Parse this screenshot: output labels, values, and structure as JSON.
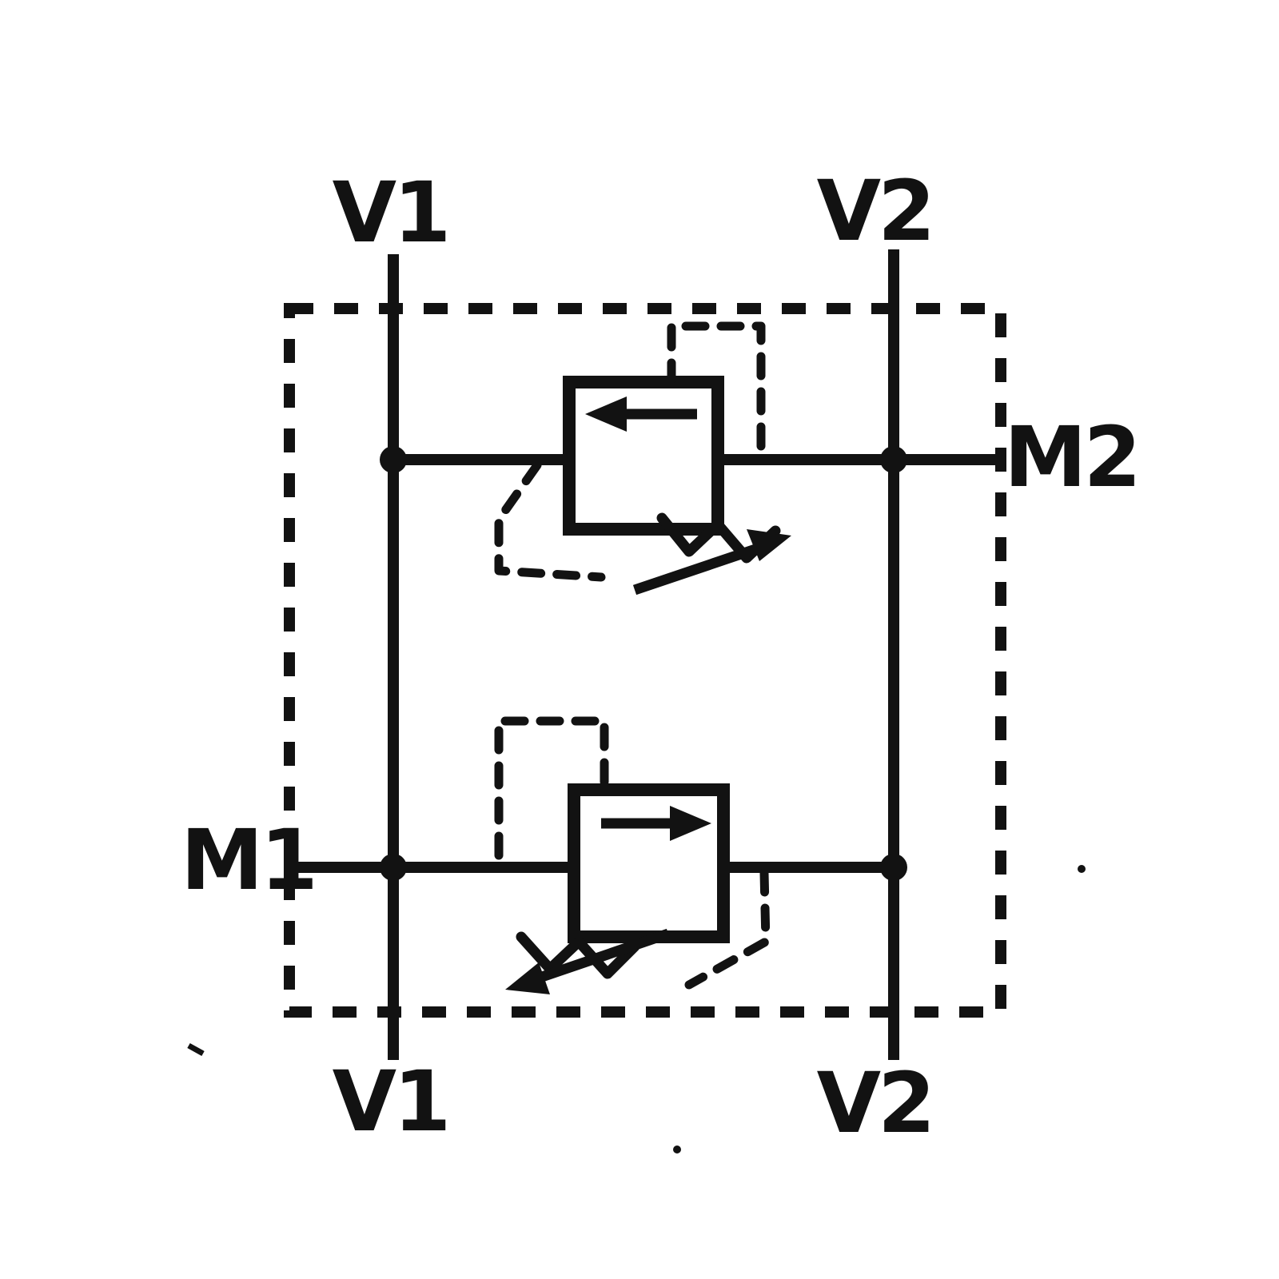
{
  "figure": {
    "type": "hydraulic-schematic",
    "labels": {
      "v1_top": "V1",
      "v2_top": "V2",
      "m2": "M2",
      "m1": "M1",
      "v1_bottom": "V1",
      "v2_bottom": "V2"
    },
    "icons": {
      "upper_valve": "relief-valve-arrow-left",
      "lower_valve": "relief-valve-arrow-right",
      "enclosure": "dashed-valve-block-boundary"
    },
    "colors": {
      "ink": "#121212",
      "paper": "#ffffff"
    }
  }
}
